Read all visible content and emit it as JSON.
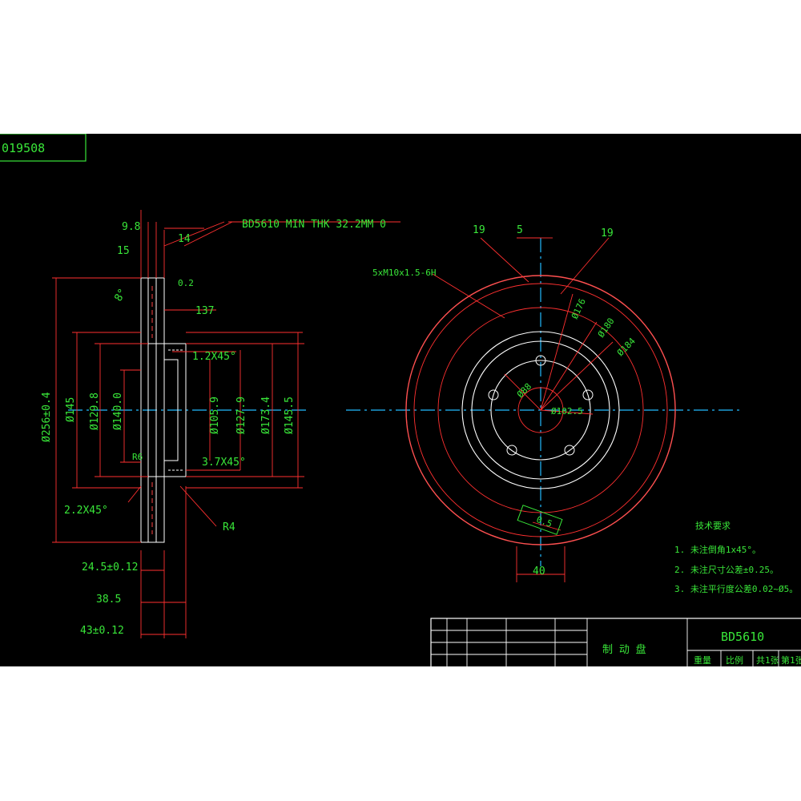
{
  "drawing_id": "019508",
  "part_note": "BD5610 MIN THK 32.2MM 0",
  "side_view": {
    "top_dims": [
      "9.8",
      "15",
      "14"
    ],
    "angle_mark": "8°",
    "face_mark_right": "0.2",
    "height_dim": "137",
    "chamfer_top": "1.2X45°",
    "chamfer_bottom": "3.7X45°",
    "chamfer_left": "2.2X45°",
    "radius": "R4",
    "dia_left": [
      "Ø256±0.4",
      "Ø145",
      "Ø129.8",
      "Ø140.0",
      "R6"
    ],
    "dia_right": [
      "Ø105.9",
      "Ø127.9",
      "Ø173.4",
      "Ø145.5"
    ],
    "thickness_dims": [
      "24.5±0.12",
      "38.5",
      "43±0.12"
    ]
  },
  "front_view": {
    "top_dims": [
      "19",
      "5",
      "19"
    ],
    "bolt_label": "5xM10x1.5-6H",
    "ring_dims": [
      "Ø176",
      "Ø180",
      "Ø184"
    ],
    "hub_dims": [
      "Ø88",
      "Ø102.5"
    ],
    "runout": "0.5",
    "bottom_dim": "40"
  },
  "notes": {
    "title": "技术要求",
    "items": [
      "1. 未注倒角1x45°。",
      "2. 未注尺寸公差±0.25。",
      "3. 未注平行度公差0.02~Ø5。"
    ]
  },
  "title_block": {
    "part_name": "制 动 盘",
    "code": "BD5610",
    "footer": [
      "重量",
      "比例",
      "共1张",
      "第1张"
    ]
  }
}
